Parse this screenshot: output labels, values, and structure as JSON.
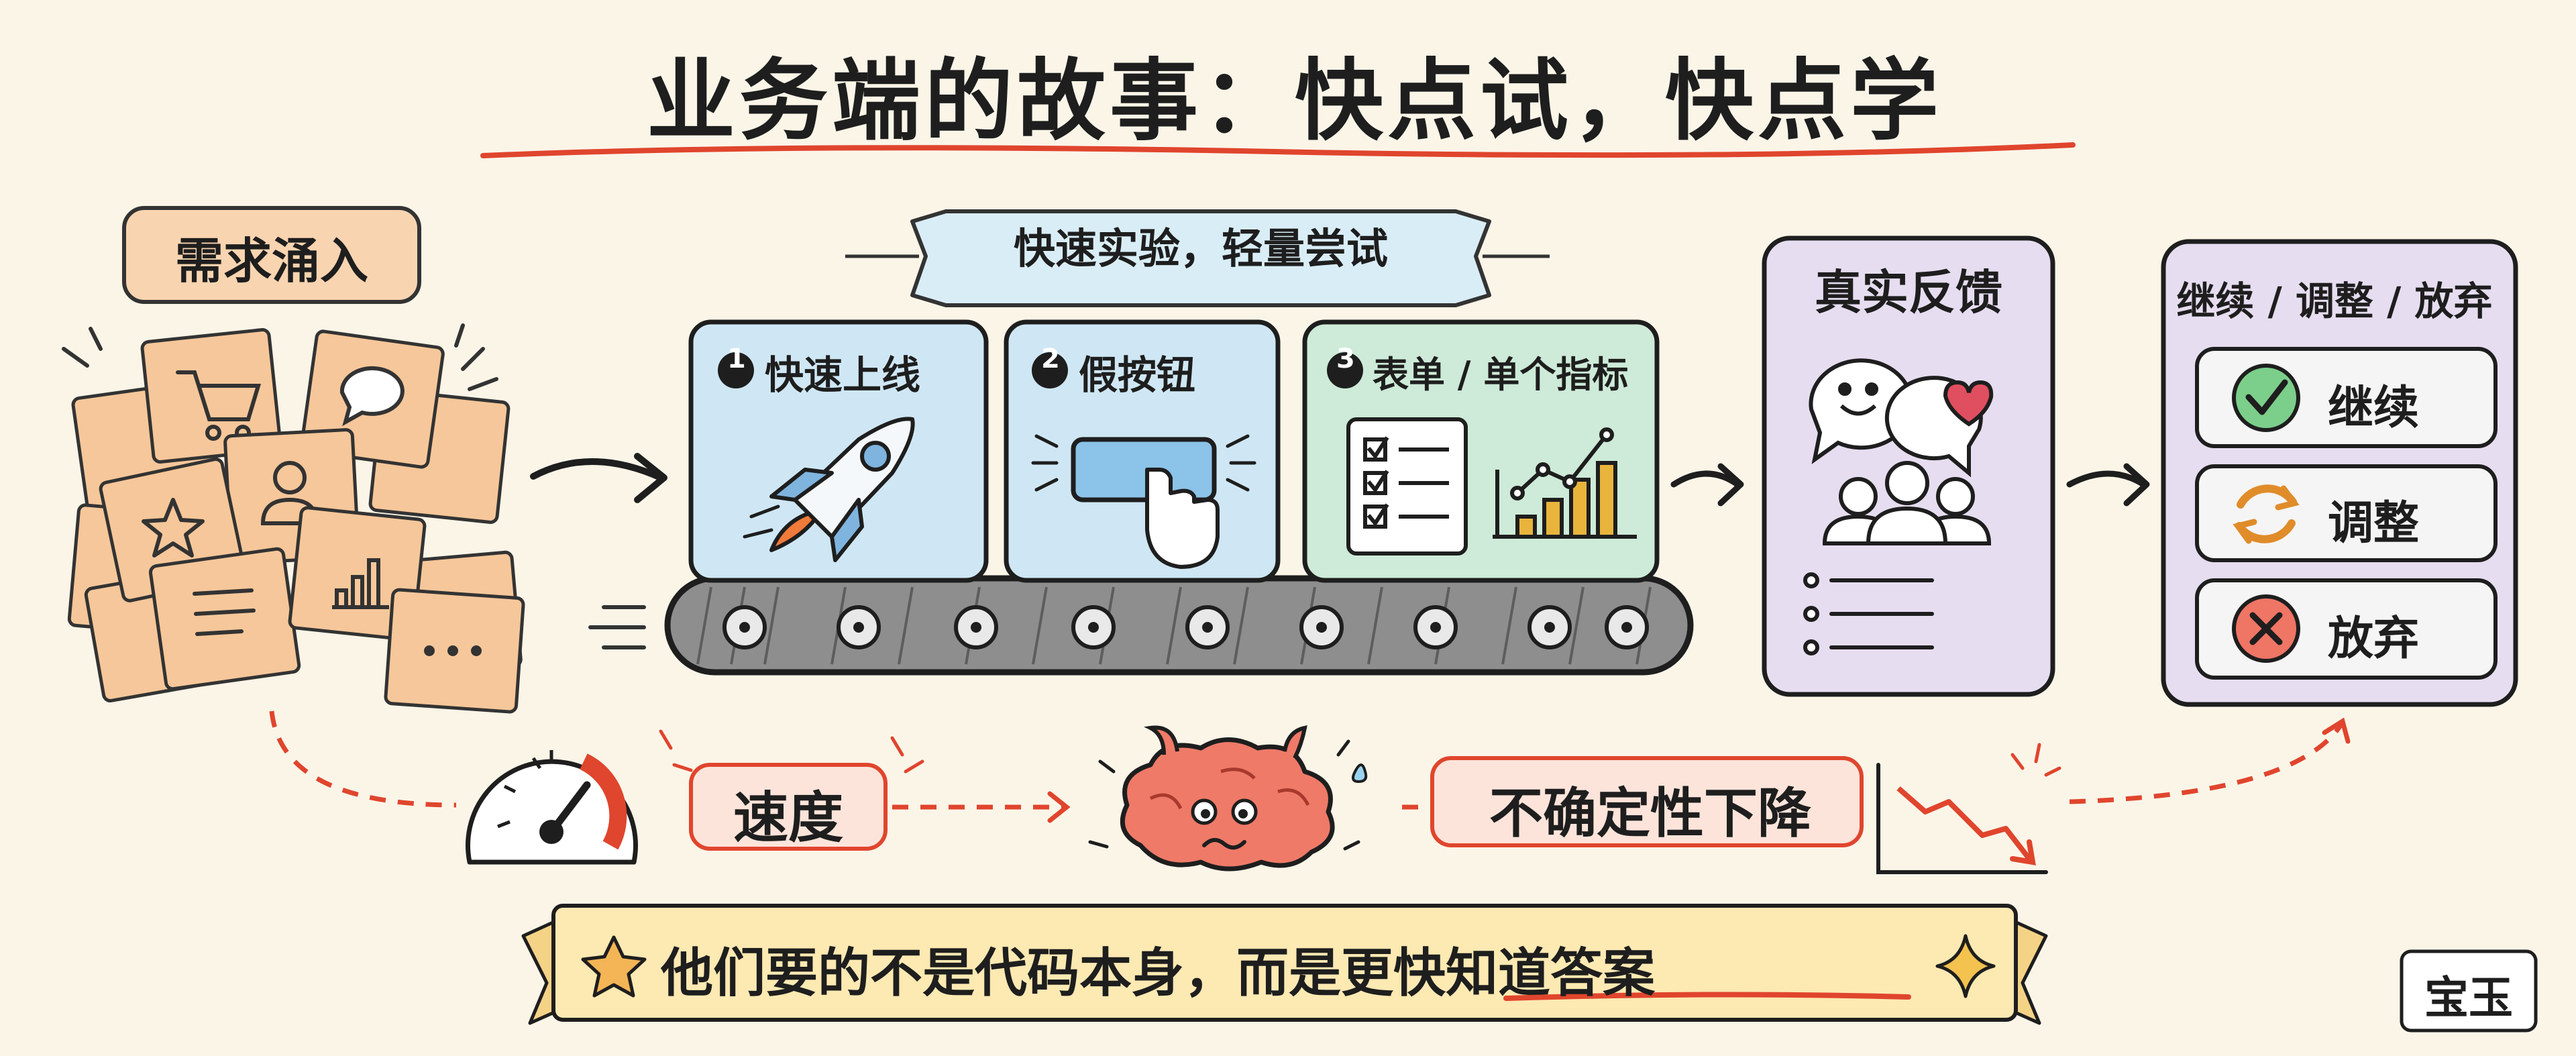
{
  "title": "业务端的故事：快点试，快点学",
  "input_tag": "需求涌入",
  "ribbon": "快速实验，轻量尝试",
  "steps": [
    {
      "num": "1",
      "label": "快速上线"
    },
    {
      "num": "2",
      "label": "假按钮"
    },
    {
      "num": "3",
      "label": "表单 / 单个指标"
    }
  ],
  "feedback": {
    "title": "真实反馈"
  },
  "decision": {
    "title": "继续 / 调整 / 放弃",
    "options": [
      "继续",
      "调整",
      "放弃"
    ]
  },
  "flow": {
    "speed": "速度",
    "uncertainty": "不确定性下降"
  },
  "bottom_banner": {
    "text_start": "他们要的不是代码本身，而是",
    "text_highlight": "更快知道答案"
  },
  "signature": "宝玉",
  "colors": {
    "background": "#fbf5e8",
    "note": "#f6c79a",
    "accent_red": "#e0452d",
    "step_blue": "#cfe7f4",
    "step_green": "#cdebd8",
    "panel_purple": "#e6ddf0",
    "banner": "#fde9b2",
    "ribbon": "#d9edf6",
    "tag": "#f9d4b0"
  },
  "icons": [
    "cart-icon",
    "chat-icon",
    "user-icon",
    "star-icon",
    "chart-icon",
    "doc-icon",
    "more-icon",
    "rocket-icon",
    "fake-button-icon",
    "checklist-icon",
    "bar-chart-icon",
    "smile-bubble-icon",
    "heart-bubble-icon",
    "users-icon",
    "list-icon",
    "check-icon",
    "refresh-icon",
    "cross-icon",
    "gauge-icon",
    "brain-icon",
    "down-trend-icon",
    "star-outline-icon",
    "sparkle-icon"
  ]
}
